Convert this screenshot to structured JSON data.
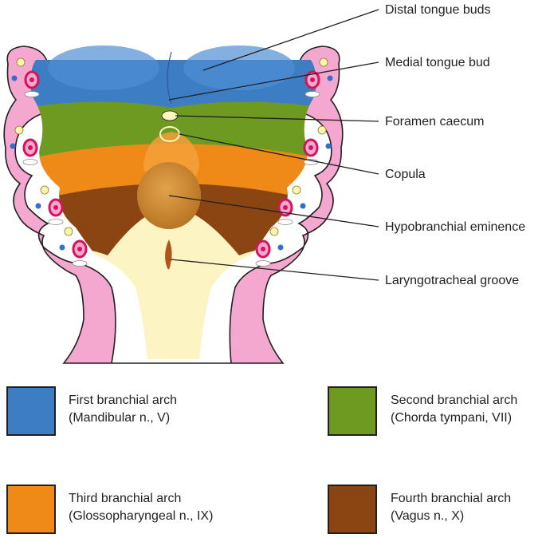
{
  "labels": {
    "distal_tongue_buds": "Distal tongue buds",
    "medial_tongue_bud": "Medial tongue bud",
    "foramen_caecum": "Foramen caecum",
    "copula": "Copula",
    "hypobranchial_eminence": "Hypobranchial eminence",
    "laryngotracheal_groove": "Laryngotracheal groove"
  },
  "legend": [
    {
      "title": "First branchial arch",
      "nerve": "(Mandibular n., V)",
      "color": "#3d7dc4"
    },
    {
      "title": "Second branchial arch",
      "nerve": "(Chorda tympani, VII)",
      "color": "#6f9a22"
    },
    {
      "title": "Third branchial arch",
      "nerve": "(Glossopharyngeal n., IX)",
      "color": "#ef8a18"
    },
    {
      "title": "Fourth branchial arch",
      "nerve": "(Vagus n., X)",
      "color": "#8b4513"
    }
  ],
  "colors": {
    "pharynx_wall": "#f4a8cf",
    "floor": "#fdf4c4",
    "hypobranchial": "#c98a2e",
    "groove": "#b0561a",
    "artery": "#d4145a",
    "vein": "#2f6fd0",
    "nerve": "#fbf6a8"
  }
}
